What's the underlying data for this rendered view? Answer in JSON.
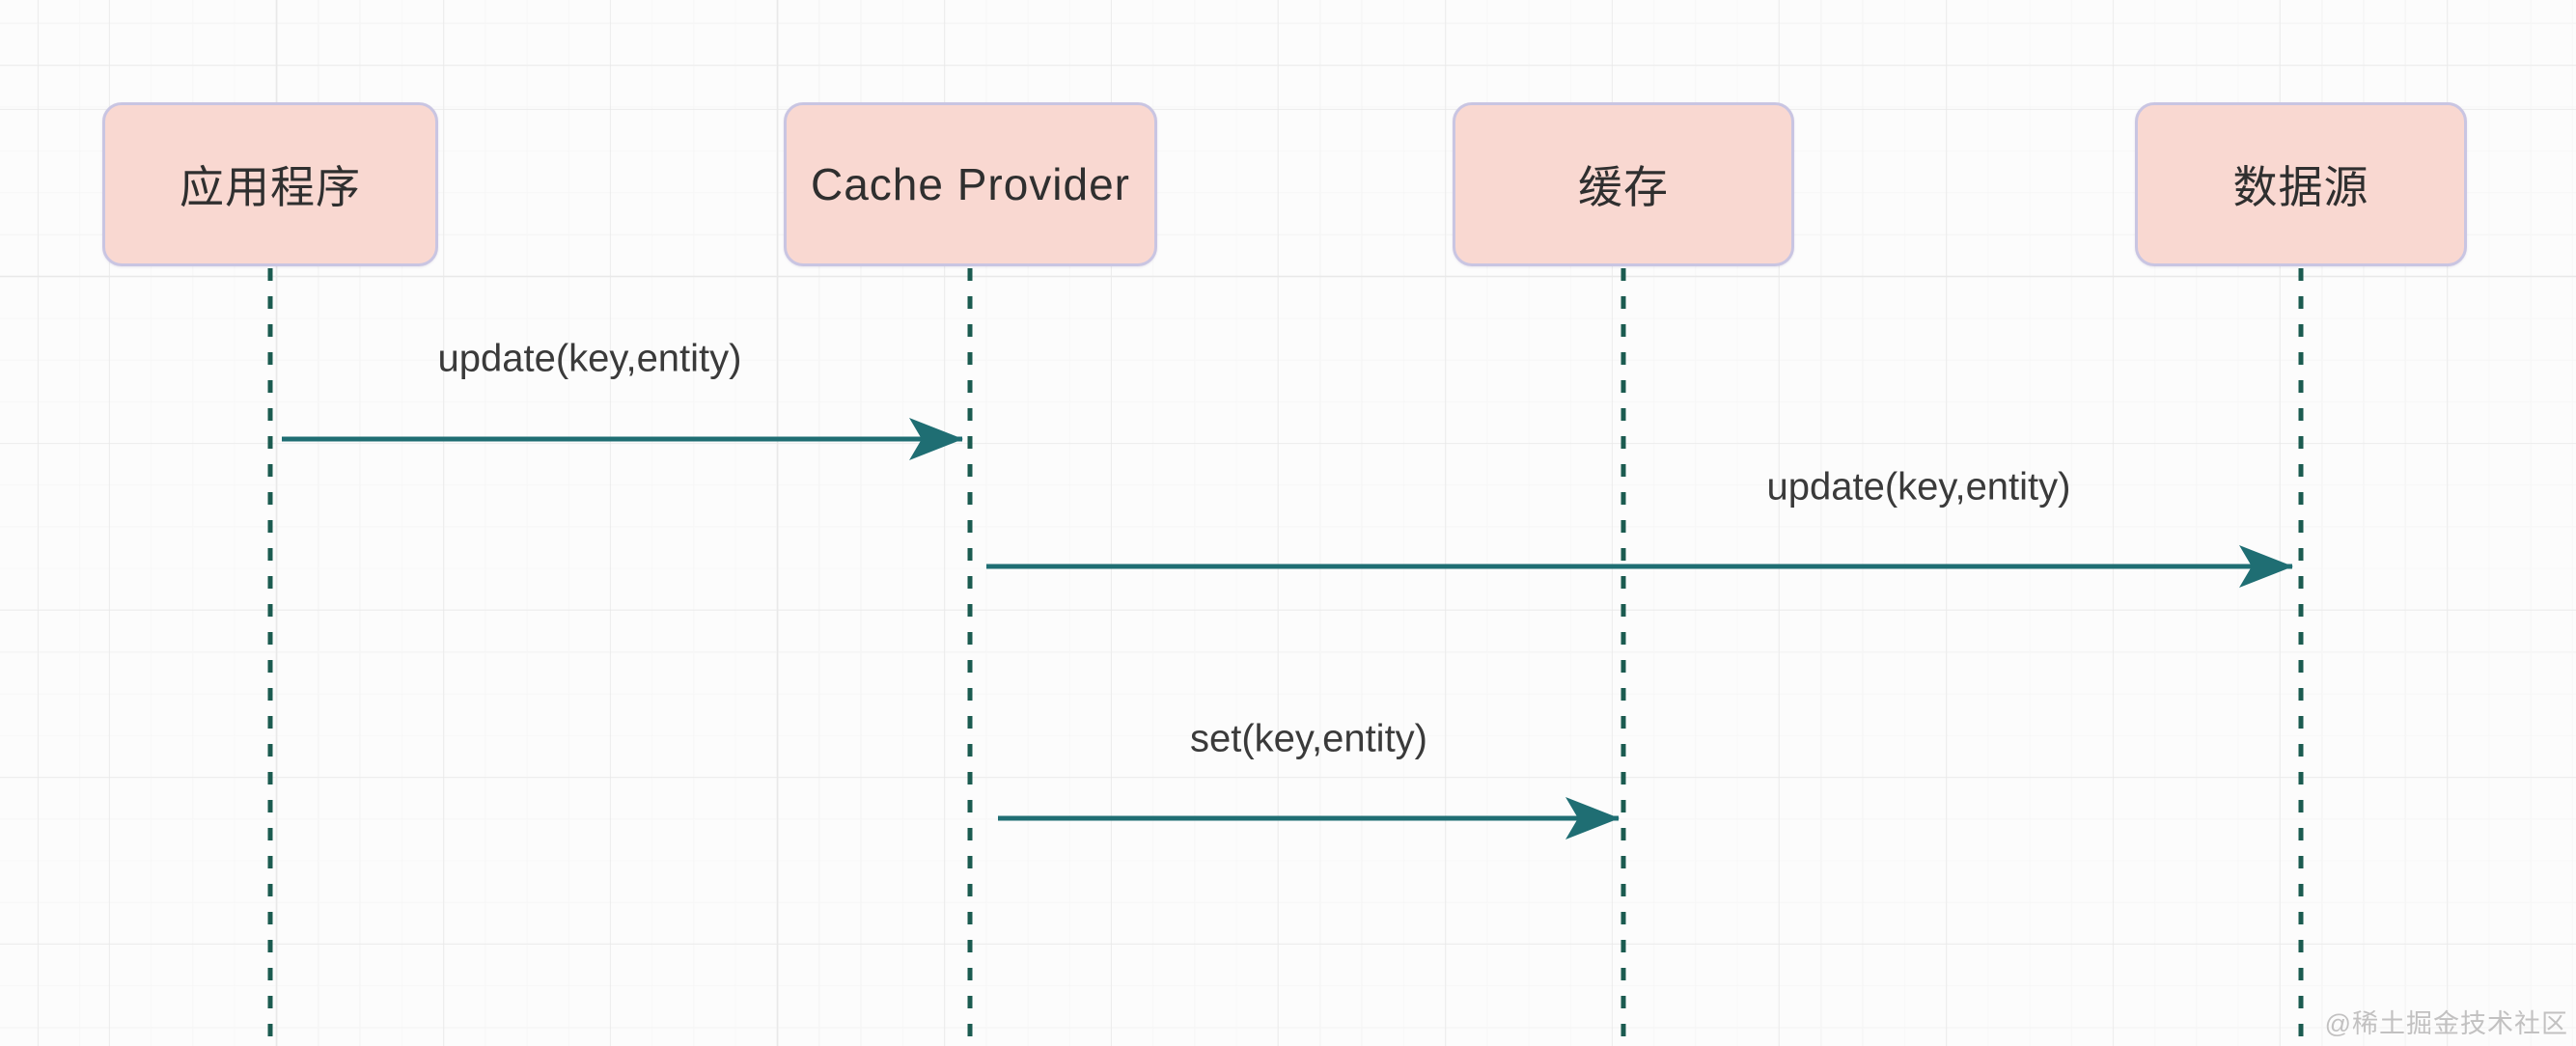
{
  "diagram": {
    "type": "sequence",
    "actors": [
      {
        "id": "application",
        "label": "应用程序"
      },
      {
        "id": "cache-provider",
        "label": "Cache Provider"
      },
      {
        "id": "cache",
        "label": "缓存"
      },
      {
        "id": "data-source",
        "label": "数据源"
      }
    ],
    "messages": [
      {
        "from": "应用程序",
        "to": "Cache Provider",
        "label": "update(key,entity)"
      },
      {
        "from": "Cache Provider",
        "to": "数据源",
        "label": "update(key,entity)"
      },
      {
        "from": "Cache Provider",
        "to": "缓存",
        "label": "set(key,entity)"
      }
    ]
  },
  "watermark": "@稀土掘金技术社区",
  "colors": {
    "actor_fill": "#f9d8d1",
    "actor_border": "#c9c5e2",
    "actor_text": "#2f2f2f",
    "arrow_color": "#1f6e73",
    "lifeline_color": "#1b5b50",
    "label_text": "#3a3a3a",
    "watermark_text": "#c2c1c1",
    "grid_major": "#e9e9e9",
    "grid_minor": "#f6f6f6",
    "bg": "#fcfcfc"
  }
}
